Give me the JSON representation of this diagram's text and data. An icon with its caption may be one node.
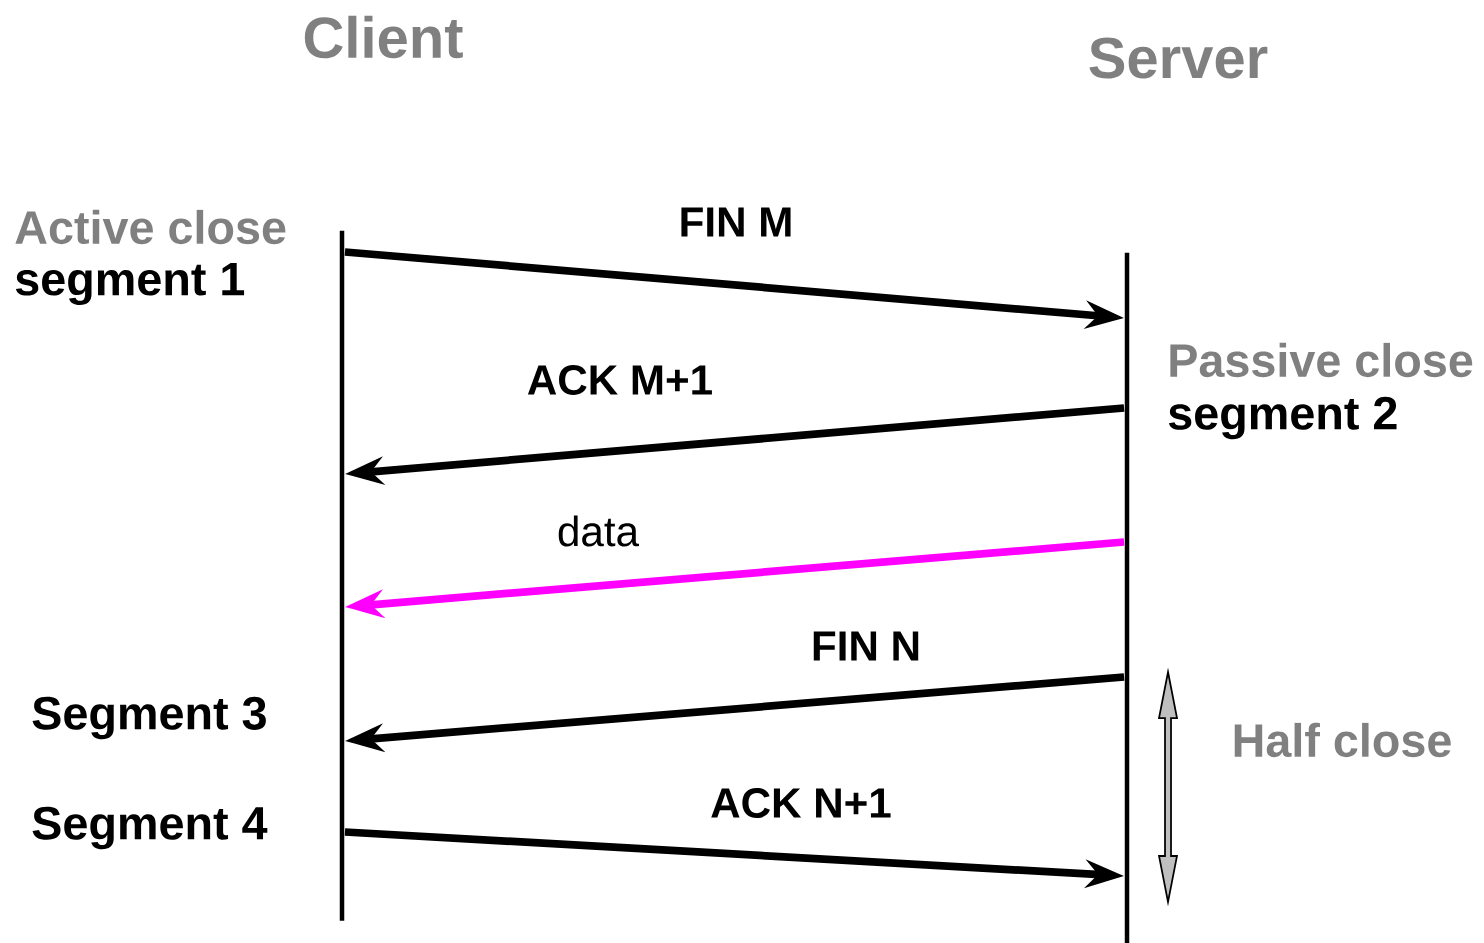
{
  "diagram": {
    "nodes": [
      {
        "text": [
          "Client"
        ]
      },
      {
        "text": [
          "Server"
        ]
      }
    ],
    "edges": [
      {
        "from": 0,
        "to": 1,
        "arrow": "to",
        "label": "FIN M"
      },
      {
        "from": 1,
        "to": 0,
        "arrow": "to",
        "label": "ACK M+1"
      },
      {
        "from": 1,
        "to": 0,
        "arrow": "to",
        "label": "data",
        "color": "#ff00ff"
      },
      {
        "from": 1,
        "to": 0,
        "arrow": "to",
        "label": "FIN N"
      },
      {
        "from": 0,
        "to": 1,
        "arrow": "to",
        "label": "ACK N+1"
      }
    ],
    "labels": [
      "Active close",
      "segment 1",
      "Passive close",
      "segment 2",
      "Segment 3",
      "Segment 4",
      "Half close"
    ]
  }
}
